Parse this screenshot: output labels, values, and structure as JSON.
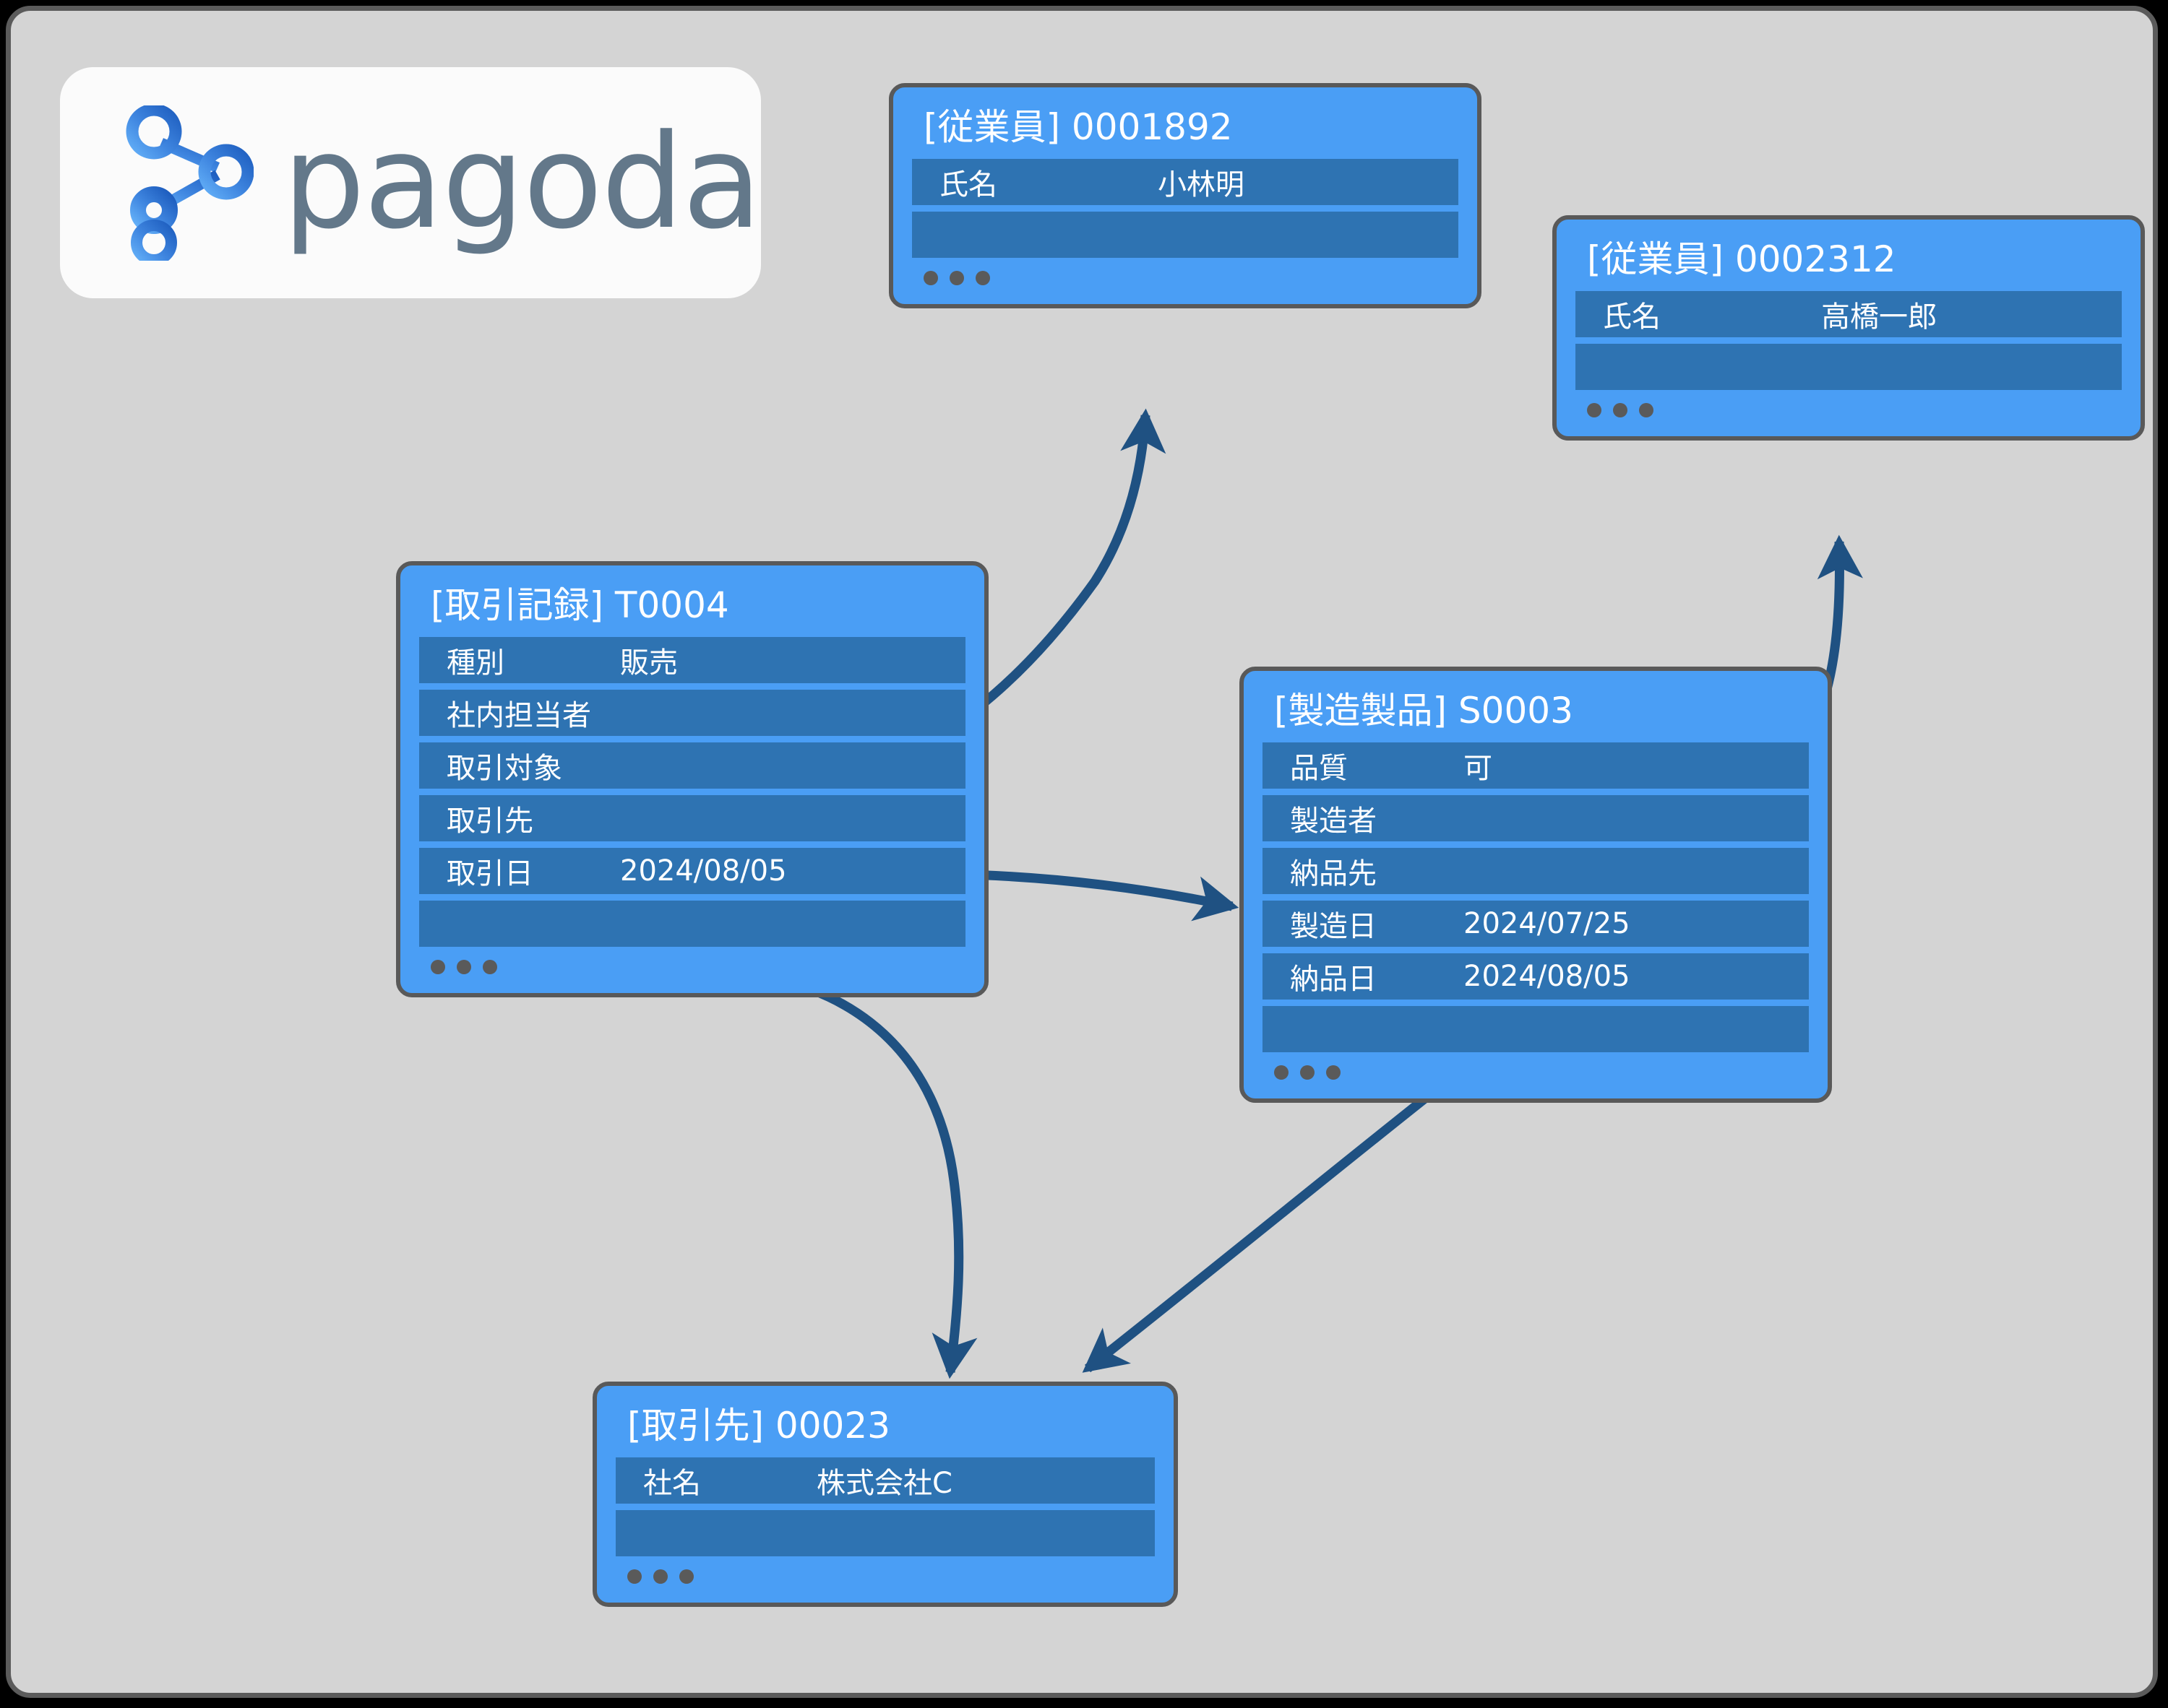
{
  "brand": {
    "name": "pagoda",
    "logo_icon": "graph-network-icon",
    "color_dark": "#2b68c4",
    "color_light": "#54a0f0",
    "wordmark_color": "#63788a"
  },
  "theme": {
    "canvas_bg": "#d4d4d4",
    "node_bg": "#4a9ef5",
    "node_border": "#595959",
    "row_bg": "#2e73b2",
    "text": "#ffffff",
    "edge": "#1f5182"
  },
  "nodes": [
    {
      "id": "emp-1892",
      "type_label": "[従業員]",
      "key": "0001892",
      "title": "[従業員] 0001892",
      "rows": [
        {
          "key": "氏名",
          "value": "小林明",
          "link": false
        },
        {
          "key": "",
          "value": "",
          "link": false
        }
      ],
      "more": "..."
    },
    {
      "id": "emp-2312",
      "type_label": "[従業員]",
      "key": "0002312",
      "title": "[従業員] 0002312",
      "rows": [
        {
          "key": "氏名",
          "value": "高橋一郎",
          "link": false
        },
        {
          "key": "",
          "value": "",
          "link": false
        }
      ],
      "more": "..."
    },
    {
      "id": "txn-t0004",
      "type_label": "[取引記録]",
      "key": "T0004",
      "title": "[取引記録] T0004",
      "rows": [
        {
          "key": "種別",
          "value": "販売",
          "link": false
        },
        {
          "key": "社内担当者",
          "value": "",
          "link": true
        },
        {
          "key": "取引対象",
          "value": "",
          "link": true
        },
        {
          "key": "取引先",
          "value": "",
          "link": true
        },
        {
          "key": "取引日",
          "value": "2024/08/05",
          "link": false
        },
        {
          "key": "",
          "value": "",
          "link": false
        }
      ],
      "more": "..."
    },
    {
      "id": "prod-s0003",
      "type_label": "[製造製品]",
      "key": "S0003",
      "title": "[製造製品] S0003",
      "rows": [
        {
          "key": "品質",
          "value": "可",
          "link": false
        },
        {
          "key": "製造者",
          "value": "",
          "link": true
        },
        {
          "key": "納品先",
          "value": "",
          "link": true
        },
        {
          "key": "製造日",
          "value": "2024/07/25",
          "link": false
        },
        {
          "key": "納品日",
          "value": "2024/08/05",
          "link": false
        },
        {
          "key": "",
          "value": "",
          "link": false
        }
      ],
      "more": "..."
    },
    {
      "id": "cust-00023",
      "type_label": "[取引先]",
      "key": "00023",
      "title": "[取引先] 00023",
      "rows": [
        {
          "key": "社名",
          "value": "株式会社C",
          "link": false
        },
        {
          "key": "",
          "value": "",
          "link": false
        }
      ],
      "more": "..."
    }
  ],
  "edges": [
    {
      "from": "txn-t0004",
      "from_field": "社内担当者",
      "to": "emp-1892"
    },
    {
      "from": "txn-t0004",
      "from_field": "取引対象",
      "to": "prod-s0003"
    },
    {
      "from": "txn-t0004",
      "from_field": "取引先",
      "to": "cust-00023"
    },
    {
      "from": "prod-s0003",
      "from_field": "製造者",
      "to": "emp-2312"
    },
    {
      "from": "prod-s0003",
      "from_field": "納品先",
      "to": "cust-00023"
    }
  ]
}
